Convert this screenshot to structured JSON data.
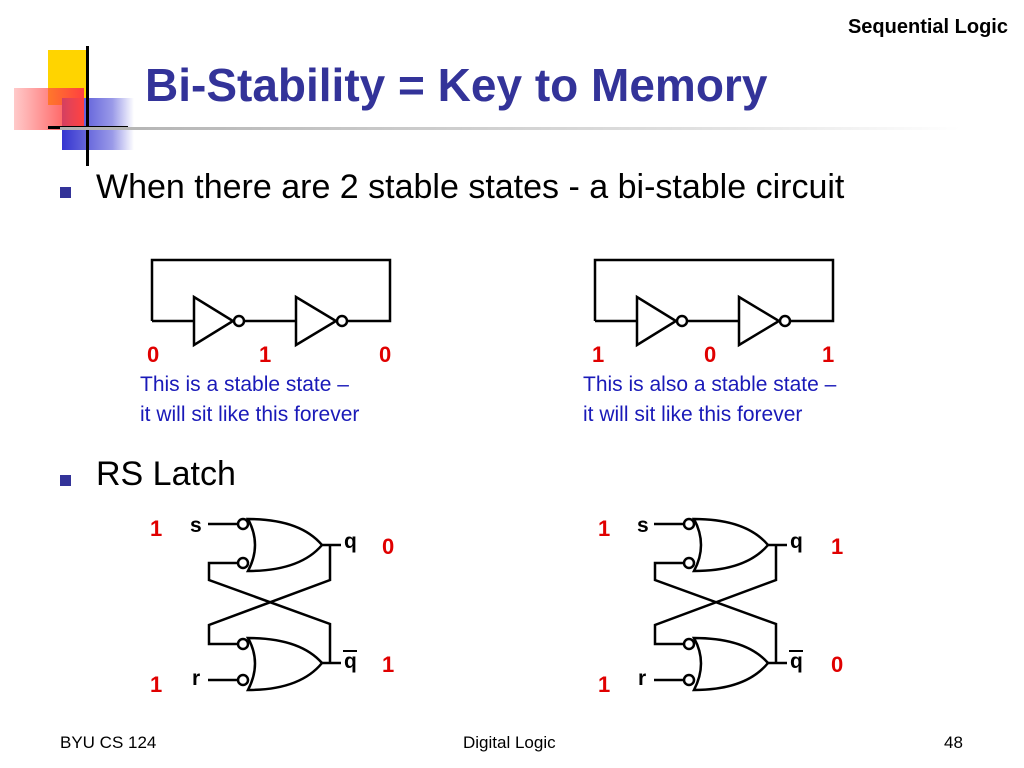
{
  "header": {
    "section": "Sequential Logic",
    "title": "Bi-Stability = Key to Memory"
  },
  "bullets": [
    {
      "text": "When there are 2 stable states - a bi-stable circuit"
    },
    {
      "text": "RS Latch"
    }
  ],
  "inverter_loops": [
    {
      "bits": [
        "0",
        "1",
        "0"
      ],
      "caption": [
        "This is a stable state –",
        "it will sit like this forever"
      ]
    },
    {
      "bits": [
        "1",
        "0",
        "1"
      ],
      "caption": [
        "This is also a stable state –",
        "it will sit like this forever"
      ]
    }
  ],
  "latches": [
    {
      "s_label": "s",
      "r_label": "r",
      "q_label": "q",
      "qbar_label": "q",
      "s_val": "1",
      "r_val": "1",
      "q_val": "0",
      "qbar_val": "1"
    },
    {
      "s_label": "s",
      "r_label": "r",
      "q_label": "q",
      "qbar_label": "q",
      "s_val": "1",
      "r_val": "1",
      "q_val": "1",
      "qbar_val": "0"
    }
  ],
  "footer": {
    "left": "BYU CS 124",
    "center": "Digital Logic",
    "right": "48"
  },
  "colors": {
    "title": "#333399",
    "bits": "#e00000",
    "caption": "#1a1ab8"
  }
}
